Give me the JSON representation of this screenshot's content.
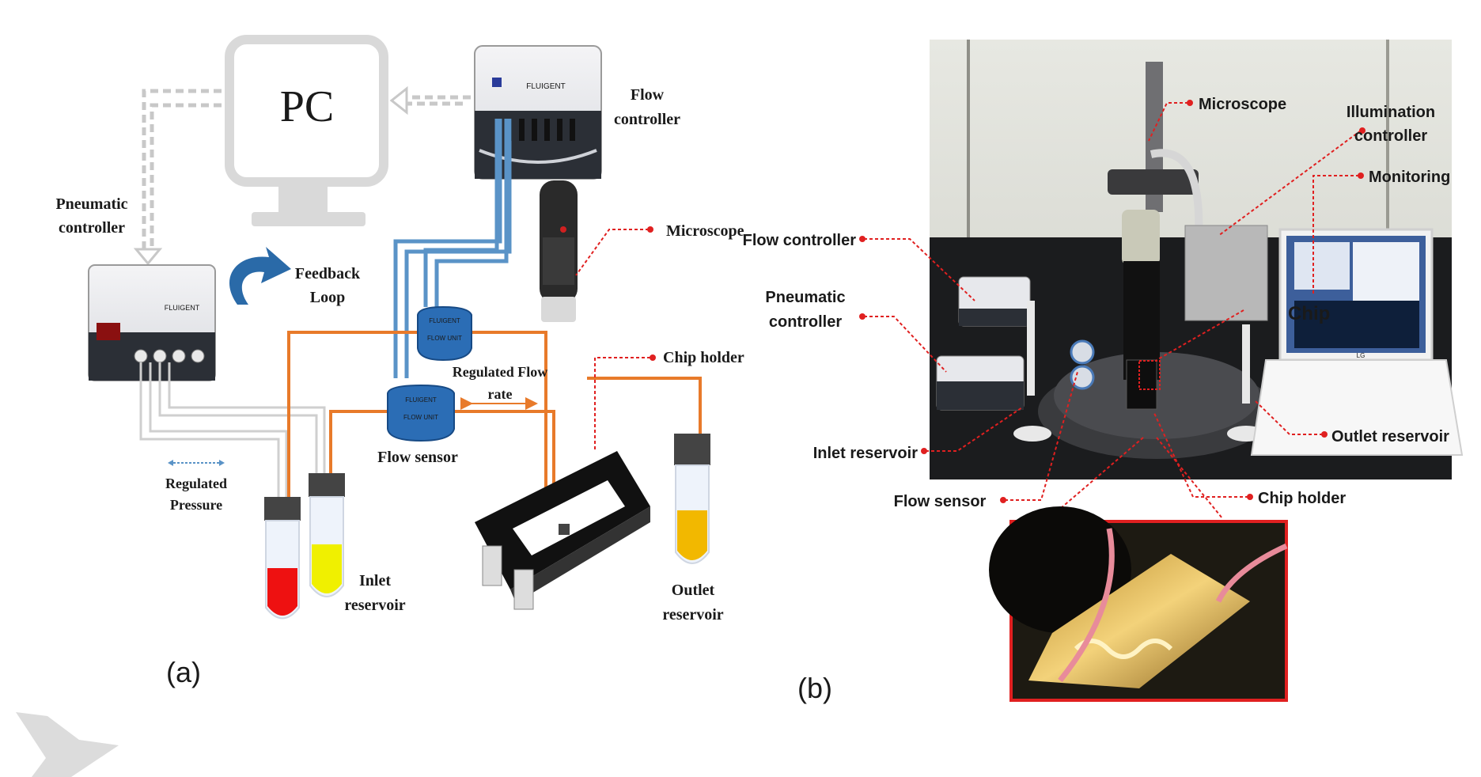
{
  "panel_a": {
    "label": "(a)",
    "pc": "PC",
    "flow_controller": [
      "Flow",
      "controller"
    ],
    "pneumatic_controller": [
      "Pneumatic",
      "controller"
    ],
    "feedback_loop": [
      "Feedback",
      "Loop"
    ],
    "microscope": "Microscope",
    "regulated_flow_rate": [
      "Regulated Flow",
      "rate"
    ],
    "chip_holder": "Chip holder",
    "flow_sensor": "Flow sensor",
    "regulated_pressure": [
      "Regulated",
      "Pressure"
    ],
    "inlet_reservoir": [
      "Inlet",
      "reservoir"
    ],
    "outlet_reservoir": [
      "Outlet",
      "reservoir"
    ],
    "brand": "FLUIGENT",
    "flow_unit": "FLOW UNIT"
  },
  "panel_b": {
    "label": "(b)",
    "microscope": "Microscope",
    "illumination_controller": [
      "Illumination",
      "controller"
    ],
    "monitoring": "Monitoring",
    "flow_controller": "Flow controller",
    "pneumatic_controller": [
      "Pneumatic",
      "controller"
    ],
    "chip": "Chip",
    "inlet_reservoir": "Inlet reservoir",
    "outlet_reservoir": "Outlet reservoir",
    "flow_sensor": "Flow sensor",
    "chip_holder": "Chip holder",
    "laptop_brand": "LG"
  },
  "colors": {
    "tubing_orange": "#e87a2a",
    "tubing_blue": "#5a93c7",
    "annotation_red": "#e02020",
    "feedback_blue": "#2a6aa8",
    "red_fluid": "#ee1111",
    "yellow_fluid": "#f0f000",
    "outlet_fluid": "#f2b800"
  }
}
